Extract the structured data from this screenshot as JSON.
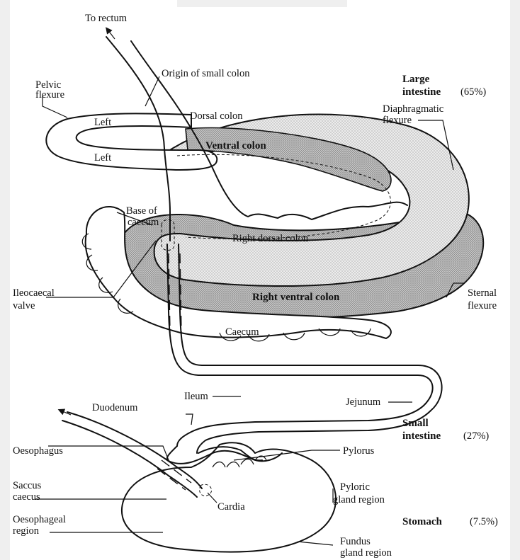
{
  "labels": {
    "to_rectum": "To rectum",
    "origin_small_colon": "Origin of small colon",
    "pelvic_flexure_1": "Pelvic",
    "pelvic_flexure_2": "flexure",
    "large_intestine_1": "Large",
    "large_intestine_2": "intestine",
    "large_intestine_pct": "(65%)",
    "left_upper": "Left",
    "left_lower": "Left",
    "dorsal_colon": "Dorsal colon",
    "ventral_colon": "Ventral colon",
    "diaphragmatic_1": "Diaphragmatic",
    "diaphragmatic_2": "flexure",
    "base_caecum_1": "Base of",
    "base_caecum_2": "caecum",
    "right_dorsal_colon": "Right dorsal colon",
    "ileocaecal_1": "Ileocaecal",
    "ileocaecal_2": "valve",
    "right_ventral_colon": "Right ventral colon",
    "sternal_1": "Sternal",
    "sternal_2": "flexure",
    "caecum": "Caecum",
    "ileum": "Ileum",
    "jejunum": "Jejunum",
    "duodenum": "Duodenum",
    "small_intestine_1": "Small",
    "small_intestine_2": "intestine",
    "small_intestine_pct": "(27%)",
    "oesophagus": "Oesophagus",
    "pylorus": "Pylorus",
    "saccus_1": "Saccus",
    "saccus_2": "caecus",
    "pyloric_1": "Pyloric",
    "pyloric_2": "gland region",
    "cardia": "Cardia",
    "oesophageal_1": "Oesophageal",
    "oesophageal_2": "region",
    "stomach": "Stomach",
    "stomach_pct": "(7.5%)",
    "fundus_1": "Fundus",
    "fundus_2": "gland region"
  }
}
